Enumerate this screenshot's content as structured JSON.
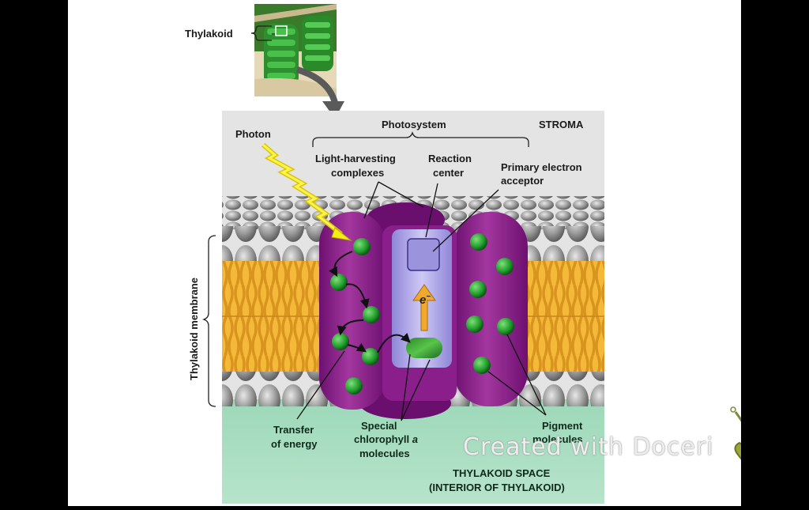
{
  "labels": {
    "thylakoid": "Thylakoid",
    "photosystem": "Photosystem",
    "stroma": "STROMA",
    "photon": "Photon",
    "light_harvesting_1": "Light-harvesting",
    "light_harvesting_2": "complexes",
    "reaction_center_1": "Reaction",
    "reaction_center_2": "center",
    "primary_acceptor_1": "Primary electron",
    "primary_acceptor_2": "acceptor",
    "thylakoid_membrane": "Thylakoid membrane",
    "electron": "e",
    "electron_sup": "−",
    "transfer_1": "Transfer",
    "transfer_2": "of energy",
    "special_1": "Special",
    "special_2": "chlorophyll",
    "special_2b": "a",
    "special_3": "molecules",
    "pigment_1": "Pigment",
    "pigment_2": "molecules",
    "space_1": "THYLAKOID SPACE",
    "space_2": "(INTERIOR OF THYLAKOID)"
  },
  "watermark": "Created with Doceri",
  "colors": {
    "stroma_bg": "#e3e3e3",
    "lumen_bg": "#a7dcc0",
    "tail": "#f2b63a",
    "head": "#9e9e9e",
    "complex": "#8a1f8c",
    "reaction": "#b9b3ea",
    "pigment": "#2fa83a",
    "photon": "#f5ee12"
  }
}
